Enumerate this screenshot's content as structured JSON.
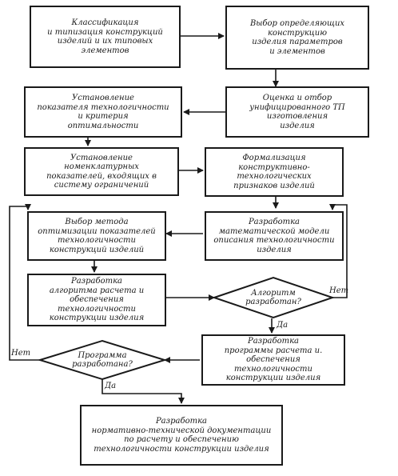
{
  "boxes": {
    "classification": "Классификация\nи типизация конструкций\nизделий и их типовых\nэлементов",
    "selection_params": "Выбор определяющих\nконструкцию\nизделия параметров\nи элементов",
    "indicator": "Установление\nпоказателя технологичности\nи критерия\nоптимальности",
    "evaluation": "Оценка и отбор\nунифицированного ТП\nизготовления\nизделия",
    "nomenclature": "Установление\nноменклатурных\nпоказателей, входящих в\nсистему ограничений",
    "formalization": "Формализация\nконструктивно-\nтехнологических\nпризнаков изделий",
    "method": "Выбор метода\nоптимизации показателей\nтехнологичности\nконструкций изделий",
    "model": "Разработка\nматематической модели\nописания технологичности\nизделия",
    "algorithm": "Разработка\nалгоритма расчета и\nобеспечения технологичности\nконструкции изделия",
    "program": "Разработка\nпрограммы расчета и.\nобеспечения технологичности\nконструкции изделия",
    "documentation": "Разработка\nнормативно-технической документации\nпо расчету и обеспечению\nтехнологичности конструкции изделия"
  },
  "decisions": {
    "algorithm_ready": "Алгоритм\nразработан?",
    "program_ready": "Программа\nразработана?"
  },
  "labels": {
    "no_right": "Нет",
    "yes_right": "Да",
    "no_left": "Нет",
    "yes_left": "Да"
  }
}
